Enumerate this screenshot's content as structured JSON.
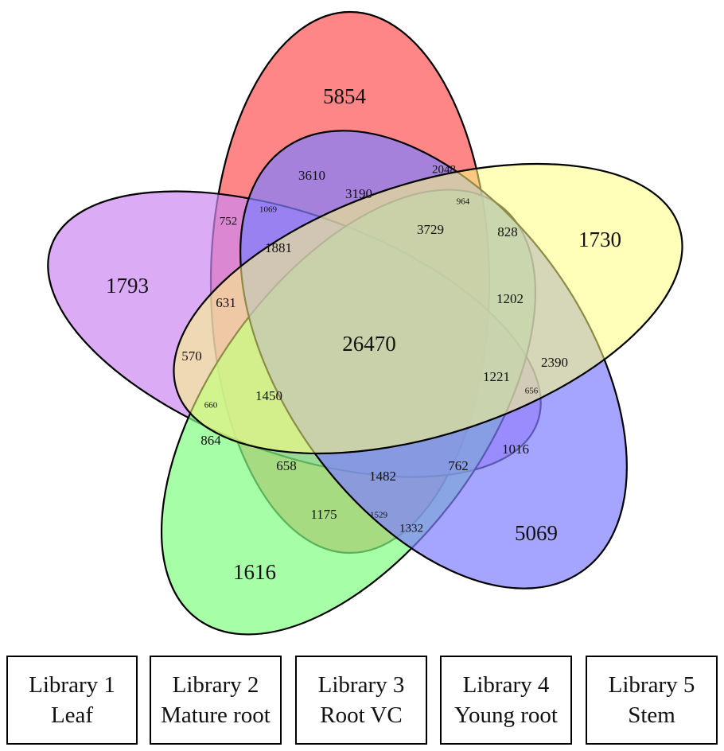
{
  "libraries": [
    {
      "name": "Library 1",
      "tissue": "Leaf",
      "color": "#FF8080"
    },
    {
      "name": "Library 2",
      "tissue": "Mature root",
      "color": "#CC88F2"
    },
    {
      "name": "Library 3",
      "tissue": "Root VC",
      "color": "#80FF80"
    },
    {
      "name": "Library 4",
      "tissue": "Young root",
      "color": "#7F7FFF"
    },
    {
      "name": "Library 5",
      "tissue": "Stem",
      "color": "#FFFF80"
    }
  ],
  "regions": [
    {
      "sets": [
        "Library 1"
      ],
      "count": "5854"
    },
    {
      "sets": [
        "Library 2"
      ],
      "count": "1793"
    },
    {
      "sets": [
        "Library 3"
      ],
      "count": "1616"
    },
    {
      "sets": [
        "Library 4"
      ],
      "count": "5069"
    },
    {
      "sets": [
        "Library 5"
      ],
      "count": "1730"
    },
    {
      "sets": [
        "Library 1",
        "Library 2",
        "Library 3",
        "Library 4",
        "Library 5"
      ],
      "count": "26470"
    },
    {
      "sets": [],
      "count": "3610"
    },
    {
      "sets": [],
      "count": "2048"
    },
    {
      "sets": [],
      "count": "3190"
    },
    {
      "sets": [],
      "count": "752"
    },
    {
      "sets": [],
      "count": "1069"
    },
    {
      "sets": [],
      "count": "964"
    },
    {
      "sets": [],
      "count": "3729"
    },
    {
      "sets": [],
      "count": "828"
    },
    {
      "sets": [],
      "count": "1881"
    },
    {
      "sets": [],
      "count": "631"
    },
    {
      "sets": [],
      "count": "1202"
    },
    {
      "sets": [],
      "count": "570"
    },
    {
      "sets": [],
      "count": "2390"
    },
    {
      "sets": [],
      "count": "1221"
    },
    {
      "sets": [],
      "count": "656"
    },
    {
      "sets": [],
      "count": "1450"
    },
    {
      "sets": [],
      "count": "660"
    },
    {
      "sets": [],
      "count": "1016"
    },
    {
      "sets": [],
      "count": "864"
    },
    {
      "sets": [],
      "count": "658"
    },
    {
      "sets": [],
      "count": "762"
    },
    {
      "sets": [],
      "count": "1482"
    },
    {
      "sets": [],
      "count": "1175"
    },
    {
      "sets": [],
      "count": "1529"
    },
    {
      "sets": [],
      "count": "1332"
    }
  ]
}
